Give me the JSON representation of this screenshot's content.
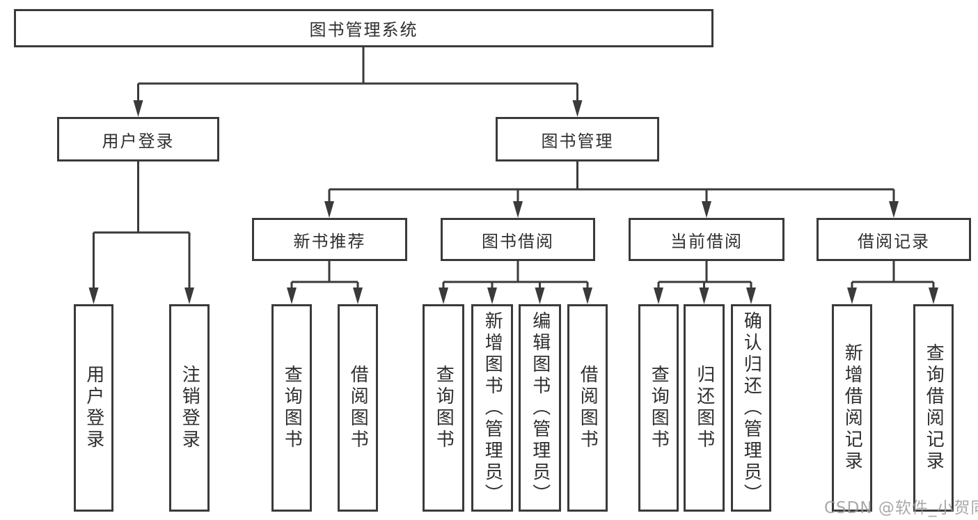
{
  "diagram": {
    "root": {
      "label": "图书管理系统"
    },
    "level2": [
      {
        "label": "用户登录"
      },
      {
        "label": "图书管理"
      }
    ],
    "level3": [
      {
        "label": "新书推荐"
      },
      {
        "label": "图书借阅"
      },
      {
        "label": "当前借阅"
      },
      {
        "label": "借阅记录"
      }
    ],
    "leaves": {
      "user_login": [
        "用户登录",
        "注销登录"
      ],
      "new_books": [
        "查询图书",
        "借阅图书"
      ],
      "book_borrow": [
        "查询图书",
        "新增图书（管理员）",
        "编辑图书（管理员）",
        "借阅图书"
      ],
      "current_borrow": [
        "查询图书",
        "归还图书",
        "确认归还（管理员）"
      ],
      "borrow_records": [
        "新增借阅记录",
        "查询借阅记录"
      ]
    }
  },
  "watermark": {
    "text": "CSDN @软件_小贺同学"
  },
  "colors": {
    "line": "#3a3a3a",
    "text": "#2e2e2e",
    "watermark": "#9a9a9a",
    "background": "#ffffff"
  }
}
